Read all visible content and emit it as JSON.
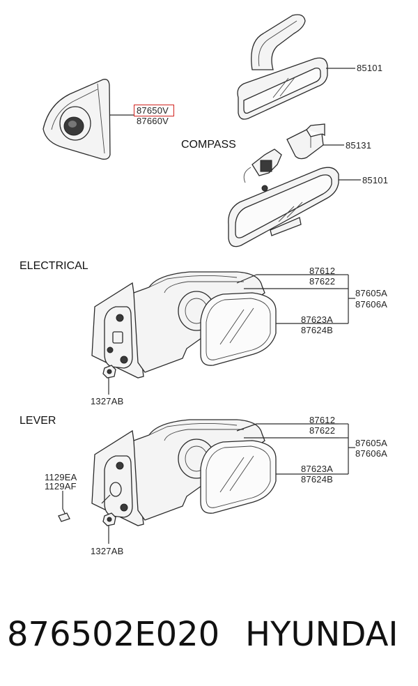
{
  "sections": {
    "compass": "COMPASS",
    "electrical": "ELECTRICAL",
    "lever": "LEVER"
  },
  "labels": {
    "part_87650v": "87650V",
    "part_87660v": "87660V",
    "inside_mirror_top": "85101",
    "compass_bracket": "85131",
    "inside_mirror_compass": "85101",
    "elec_87612": "87612",
    "elec_87622": "87622",
    "elec_87605a": "87605A",
    "elec_87606a": "87606A",
    "elec_87623a": "87623A",
    "elec_87624b": "87624B",
    "elec_1327ab": "1327AB",
    "lever_87612": "87612",
    "lever_87622": "87622",
    "lever_87605a": "87605A",
    "lever_87606a": "87606A",
    "lever_87623a": "87623A",
    "lever_87624b": "87624B",
    "lever_1129ea": "1129EA",
    "lever_1129af": "1129AF",
    "lever_1327ab": "1327AB"
  },
  "footer": {
    "part_number": "876502E020",
    "brand": "HYUNDAI"
  },
  "colors": {
    "highlight": "#d0201c",
    "line": "#2a2a2a"
  }
}
